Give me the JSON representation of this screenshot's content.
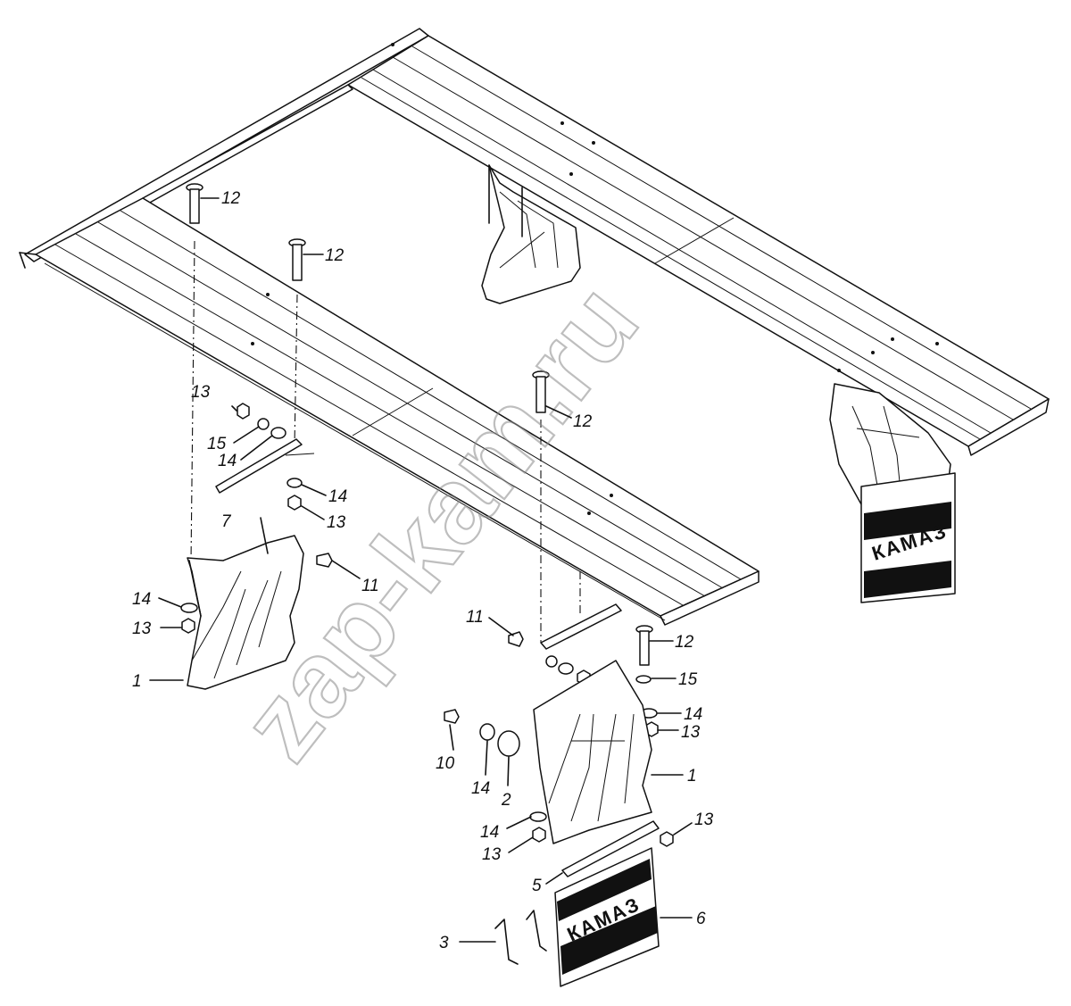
{
  "watermark": "zap-kam.ru",
  "badge_text": "КАМАЗ",
  "colors": {
    "line": "#111111",
    "paper": "#ffffff",
    "watermark": "#8a8a8a"
  },
  "callouts": [
    {
      "id": "c12a",
      "text": "12"
    },
    {
      "id": "c12b",
      "text": "12"
    },
    {
      "id": "c12c",
      "text": "12"
    },
    {
      "id": "c12d",
      "text": "12"
    },
    {
      "id": "c13a",
      "text": "13"
    },
    {
      "id": "c15a",
      "text": "15"
    },
    {
      "id": "c14a",
      "text": "14"
    },
    {
      "id": "c7",
      "text": "7"
    },
    {
      "id": "c14b",
      "text": "14"
    },
    {
      "id": "c13b",
      "text": "13"
    },
    {
      "id": "c11a",
      "text": "11"
    },
    {
      "id": "c14c",
      "text": "14"
    },
    {
      "id": "c13c",
      "text": "13"
    },
    {
      "id": "c1a",
      "text": "1"
    },
    {
      "id": "c11b",
      "text": "11"
    },
    {
      "id": "c15b",
      "text": "15"
    },
    {
      "id": "c14d",
      "text": "14"
    },
    {
      "id": "c13d",
      "text": "13"
    },
    {
      "id": "c10",
      "text": "10"
    },
    {
      "id": "c14e",
      "text": "14"
    },
    {
      "id": "c2",
      "text": "2"
    },
    {
      "id": "c1b",
      "text": "1"
    },
    {
      "id": "c14f",
      "text": "14"
    },
    {
      "id": "c13e",
      "text": "13"
    },
    {
      "id": "c13f",
      "text": "13"
    },
    {
      "id": "c5",
      "text": "5"
    },
    {
      "id": "c6",
      "text": "6"
    },
    {
      "id": "c3",
      "text": "3"
    }
  ]
}
